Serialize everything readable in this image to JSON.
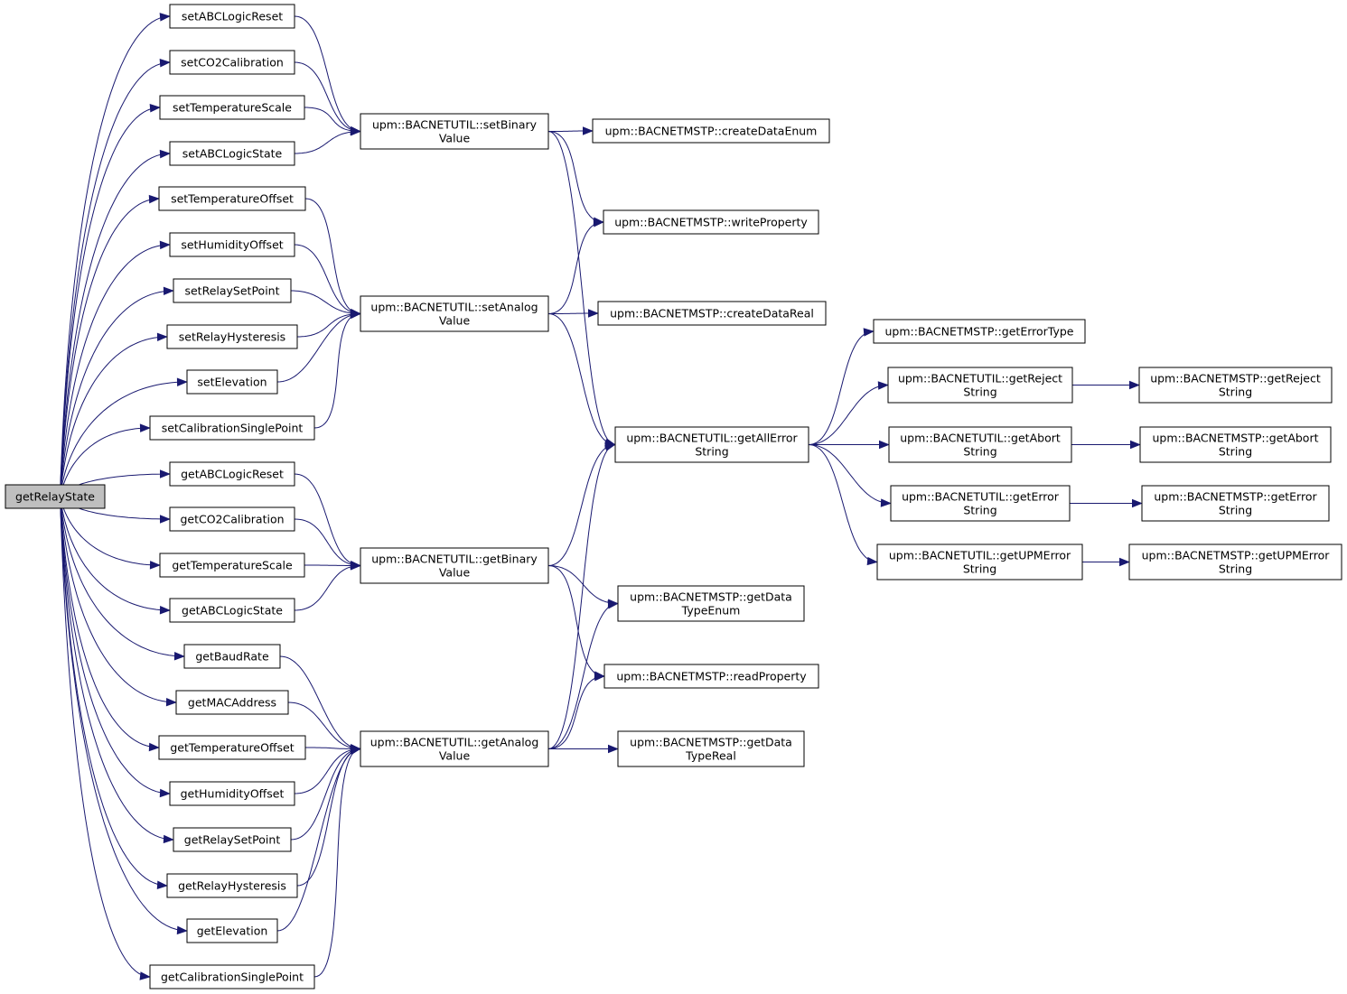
{
  "nodes": [
    {
      "id": "getRelayState",
      "lines": [
        "getRelayState"
      ],
      "root": true
    },
    {
      "id": "setABCLogicReset",
      "lines": [
        "setABCLogicReset"
      ]
    },
    {
      "id": "setCO2Calibration",
      "lines": [
        "setCO2Calibration"
      ]
    },
    {
      "id": "setTemperatureScale",
      "lines": [
        "setTemperatureScale"
      ]
    },
    {
      "id": "setABCLogicState",
      "lines": [
        "setABCLogicState"
      ]
    },
    {
      "id": "setTemperatureOffset",
      "lines": [
        "setTemperatureOffset"
      ]
    },
    {
      "id": "setHumidityOffset",
      "lines": [
        "setHumidityOffset"
      ]
    },
    {
      "id": "setRelaySetPoint",
      "lines": [
        "setRelaySetPoint"
      ]
    },
    {
      "id": "setRelayHysteresis",
      "lines": [
        "setRelayHysteresis"
      ]
    },
    {
      "id": "setElevation",
      "lines": [
        "setElevation"
      ]
    },
    {
      "id": "setCalibrationSinglePoint",
      "lines": [
        "setCalibrationSinglePoint"
      ]
    },
    {
      "id": "getABCLogicReset",
      "lines": [
        "getABCLogicReset"
      ]
    },
    {
      "id": "getCO2Calibration",
      "lines": [
        "getCO2Calibration"
      ]
    },
    {
      "id": "getTemperatureScale",
      "lines": [
        "getTemperatureScale"
      ]
    },
    {
      "id": "getABCLogicState",
      "lines": [
        "getABCLogicState"
      ]
    },
    {
      "id": "getBaudRate",
      "lines": [
        "getBaudRate"
      ]
    },
    {
      "id": "getMACAddress",
      "lines": [
        "getMACAddress"
      ]
    },
    {
      "id": "getTemperatureOffset",
      "lines": [
        "getTemperatureOffset"
      ]
    },
    {
      "id": "getHumidityOffset",
      "lines": [
        "getHumidityOffset"
      ]
    },
    {
      "id": "getRelaySetPoint",
      "lines": [
        "getRelaySetPoint"
      ]
    },
    {
      "id": "getRelayHysteresis",
      "lines": [
        "getRelayHysteresis"
      ]
    },
    {
      "id": "getElevation",
      "lines": [
        "getElevation"
      ]
    },
    {
      "id": "getCalibrationSinglePoint",
      "lines": [
        "getCalibrationSinglePoint"
      ]
    },
    {
      "id": "setBinaryValue",
      "lines": [
        "upm::BACNETUTIL::setBinary",
        "Value"
      ]
    },
    {
      "id": "setAnalogValue",
      "lines": [
        "upm::BACNETUTIL::setAnalog",
        "Value"
      ]
    },
    {
      "id": "getBinaryValue",
      "lines": [
        "upm::BACNETUTIL::getBinary",
        "Value"
      ]
    },
    {
      "id": "getAnalogValue",
      "lines": [
        "upm::BACNETUTIL::getAnalog",
        "Value"
      ]
    },
    {
      "id": "createDataEnum",
      "lines": [
        "upm::BACNETMSTP::createDataEnum"
      ]
    },
    {
      "id": "writeProperty",
      "lines": [
        "upm::BACNETMSTP::writeProperty"
      ]
    },
    {
      "id": "createDataReal",
      "lines": [
        "upm::BACNETMSTP::createDataReal"
      ]
    },
    {
      "id": "getAllErrorString",
      "lines": [
        "upm::BACNETUTIL::getAllError",
        "String"
      ]
    },
    {
      "id": "getDataTypeEnum",
      "lines": [
        "upm::BACNETMSTP::getData",
        "TypeEnum"
      ]
    },
    {
      "id": "readProperty",
      "lines": [
        "upm::BACNETMSTP::readProperty"
      ]
    },
    {
      "id": "getDataTypeReal",
      "lines": [
        "upm::BACNETMSTP::getData",
        "TypeReal"
      ]
    },
    {
      "id": "getErrorType",
      "lines": [
        "upm::BACNETMSTP::getErrorType"
      ]
    },
    {
      "id": "utilGetRejectString",
      "lines": [
        "upm::BACNETUTIL::getReject",
        "String"
      ]
    },
    {
      "id": "utilGetAbortString",
      "lines": [
        "upm::BACNETUTIL::getAbort",
        "String"
      ]
    },
    {
      "id": "utilGetErrorString",
      "lines": [
        "upm::BACNETUTIL::getError",
        "String"
      ]
    },
    {
      "id": "utilGetUPMErrorString",
      "lines": [
        "upm::BACNETUTIL::getUPMError",
        "String"
      ]
    },
    {
      "id": "mstpGetRejectString",
      "lines": [
        "upm::BACNETMSTP::getReject",
        "String"
      ]
    },
    {
      "id": "mstpGetAbortString",
      "lines": [
        "upm::BACNETMSTP::getAbort",
        "String"
      ]
    },
    {
      "id": "mstpGetErrorString",
      "lines": [
        "upm::BACNETMSTP::getError",
        "String"
      ]
    },
    {
      "id": "mstpGetUPMErrorString",
      "lines": [
        "upm::BACNETMSTP::getUPMError",
        "String"
      ]
    }
  ],
  "edges": [
    [
      "getRelayState",
      "setABCLogicReset"
    ],
    [
      "getRelayState",
      "setCO2Calibration"
    ],
    [
      "getRelayState",
      "setTemperatureScale"
    ],
    [
      "getRelayState",
      "setABCLogicState"
    ],
    [
      "getRelayState",
      "setTemperatureOffset"
    ],
    [
      "getRelayState",
      "setHumidityOffset"
    ],
    [
      "getRelayState",
      "setRelaySetPoint"
    ],
    [
      "getRelayState",
      "setRelayHysteresis"
    ],
    [
      "getRelayState",
      "setElevation"
    ],
    [
      "getRelayState",
      "setCalibrationSinglePoint"
    ],
    [
      "getRelayState",
      "getABCLogicReset"
    ],
    [
      "getRelayState",
      "getCO2Calibration"
    ],
    [
      "getRelayState",
      "getTemperatureScale"
    ],
    [
      "getRelayState",
      "getABCLogicState"
    ],
    [
      "getRelayState",
      "getBaudRate"
    ],
    [
      "getRelayState",
      "getMACAddress"
    ],
    [
      "getRelayState",
      "getTemperatureOffset"
    ],
    [
      "getRelayState",
      "getHumidityOffset"
    ],
    [
      "getRelayState",
      "getRelaySetPoint"
    ],
    [
      "getRelayState",
      "getRelayHysteresis"
    ],
    [
      "getRelayState",
      "getElevation"
    ],
    [
      "getRelayState",
      "getCalibrationSinglePoint"
    ],
    [
      "setABCLogicReset",
      "setBinaryValue"
    ],
    [
      "setCO2Calibration",
      "setBinaryValue"
    ],
    [
      "setTemperatureScale",
      "setBinaryValue"
    ],
    [
      "setABCLogicState",
      "setBinaryValue"
    ],
    [
      "setTemperatureOffset",
      "setAnalogValue"
    ],
    [
      "setHumidityOffset",
      "setAnalogValue"
    ],
    [
      "setRelaySetPoint",
      "setAnalogValue"
    ],
    [
      "setRelayHysteresis",
      "setAnalogValue"
    ],
    [
      "setElevation",
      "setAnalogValue"
    ],
    [
      "setCalibrationSinglePoint",
      "setAnalogValue"
    ],
    [
      "getABCLogicReset",
      "getBinaryValue"
    ],
    [
      "getCO2Calibration",
      "getBinaryValue"
    ],
    [
      "getTemperatureScale",
      "getBinaryValue"
    ],
    [
      "getABCLogicState",
      "getBinaryValue"
    ],
    [
      "getBaudRate",
      "getAnalogValue"
    ],
    [
      "getMACAddress",
      "getAnalogValue"
    ],
    [
      "getTemperatureOffset",
      "getAnalogValue"
    ],
    [
      "getHumidityOffset",
      "getAnalogValue"
    ],
    [
      "getRelaySetPoint",
      "getAnalogValue"
    ],
    [
      "getRelayHysteresis",
      "getAnalogValue"
    ],
    [
      "getElevation",
      "getAnalogValue"
    ],
    [
      "getCalibrationSinglePoint",
      "getAnalogValue"
    ],
    [
      "setBinaryValue",
      "createDataEnum"
    ],
    [
      "setBinaryValue",
      "writeProperty"
    ],
    [
      "setBinaryValue",
      "getAllErrorString"
    ],
    [
      "setAnalogValue",
      "writeProperty"
    ],
    [
      "setAnalogValue",
      "createDataReal"
    ],
    [
      "setAnalogValue",
      "getAllErrorString"
    ],
    [
      "getBinaryValue",
      "getAllErrorString"
    ],
    [
      "getBinaryValue",
      "getDataTypeEnum"
    ],
    [
      "getBinaryValue",
      "readProperty"
    ],
    [
      "getAnalogValue",
      "getAllErrorString"
    ],
    [
      "getAnalogValue",
      "getDataTypeEnum"
    ],
    [
      "getAnalogValue",
      "readProperty"
    ],
    [
      "getAnalogValue",
      "getDataTypeReal"
    ],
    [
      "getAllErrorString",
      "getErrorType"
    ],
    [
      "getAllErrorString",
      "utilGetRejectString"
    ],
    [
      "getAllErrorString",
      "utilGetAbortString"
    ],
    [
      "getAllErrorString",
      "utilGetErrorString"
    ],
    [
      "getAllErrorString",
      "utilGetUPMErrorString"
    ],
    [
      "utilGetRejectString",
      "mstpGetRejectString"
    ],
    [
      "utilGetAbortString",
      "mstpGetAbortString"
    ],
    [
      "utilGetErrorString",
      "mstpGetErrorString"
    ],
    [
      "utilGetUPMErrorString",
      "mstpGetUPMErrorString"
    ]
  ],
  "colors": {
    "edge": "#191970",
    "root_fill": "#bfbfbf",
    "node_fill": "#ffffff",
    "node_stroke": "#000000"
  }
}
